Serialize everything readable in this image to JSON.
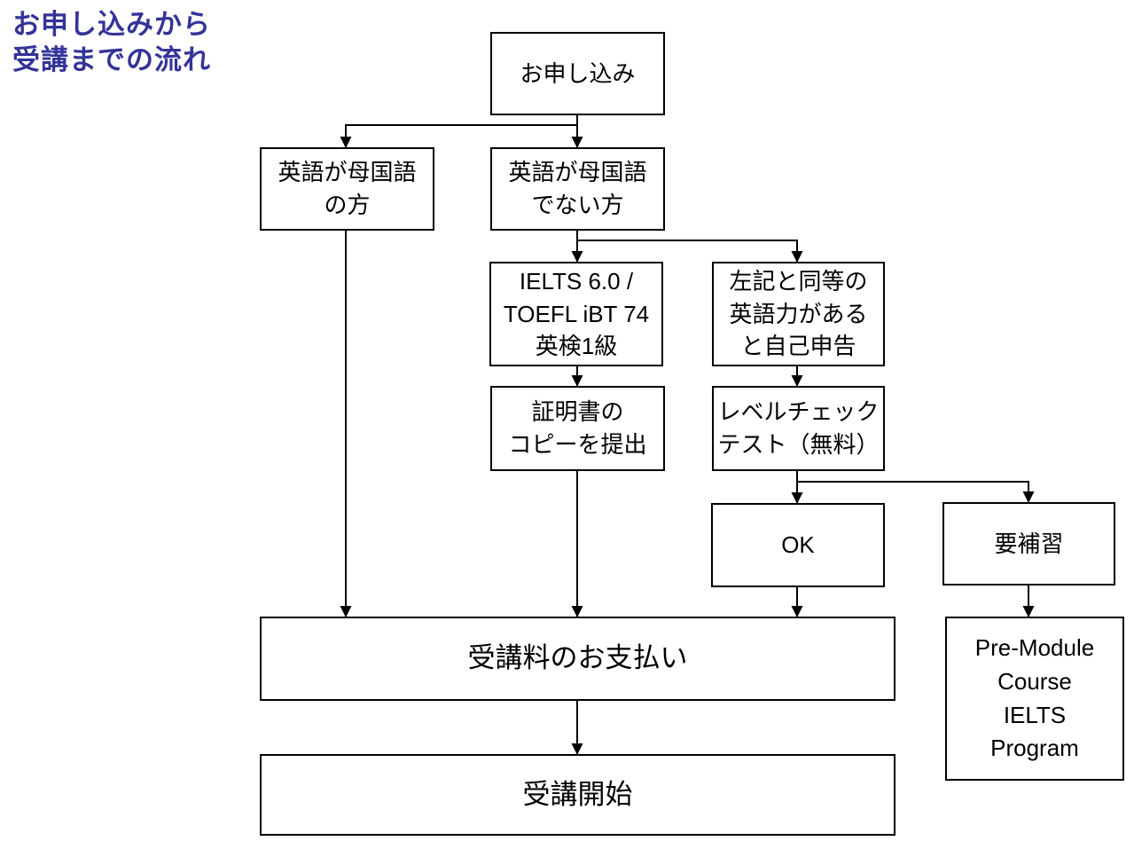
{
  "title": "お申し込みから\n受講までの流れ",
  "colors": {
    "title_text": "#333399",
    "connector_line": "#000000",
    "node_border": "#000000",
    "node_background": "#ffffff",
    "page_background": "#ffffff"
  },
  "nodes": {
    "apply": {
      "label": "お申し込み"
    },
    "native": {
      "label": "英語が母国語\nの方"
    },
    "non_native": {
      "label": "英語が母国語\nでない方"
    },
    "score": {
      "label": "IELTS 6.0 /\nTOEFL iBT 74\n英検1級"
    },
    "self_report": {
      "label": "左記と同等の\n英語力がある\nと自己申告"
    },
    "certificate": {
      "label": "証明書の\nコピーを提出"
    },
    "level_check": {
      "label": "レベルチェック\nテスト（無料）"
    },
    "ok": {
      "label": "OK"
    },
    "remedial": {
      "label": "要補習"
    },
    "payment": {
      "label": "受講料のお支払い"
    },
    "start": {
      "label": "受講開始"
    },
    "pre_module": {
      "label": "Pre-Module\nCourse\nIELTS\nProgram"
    }
  }
}
